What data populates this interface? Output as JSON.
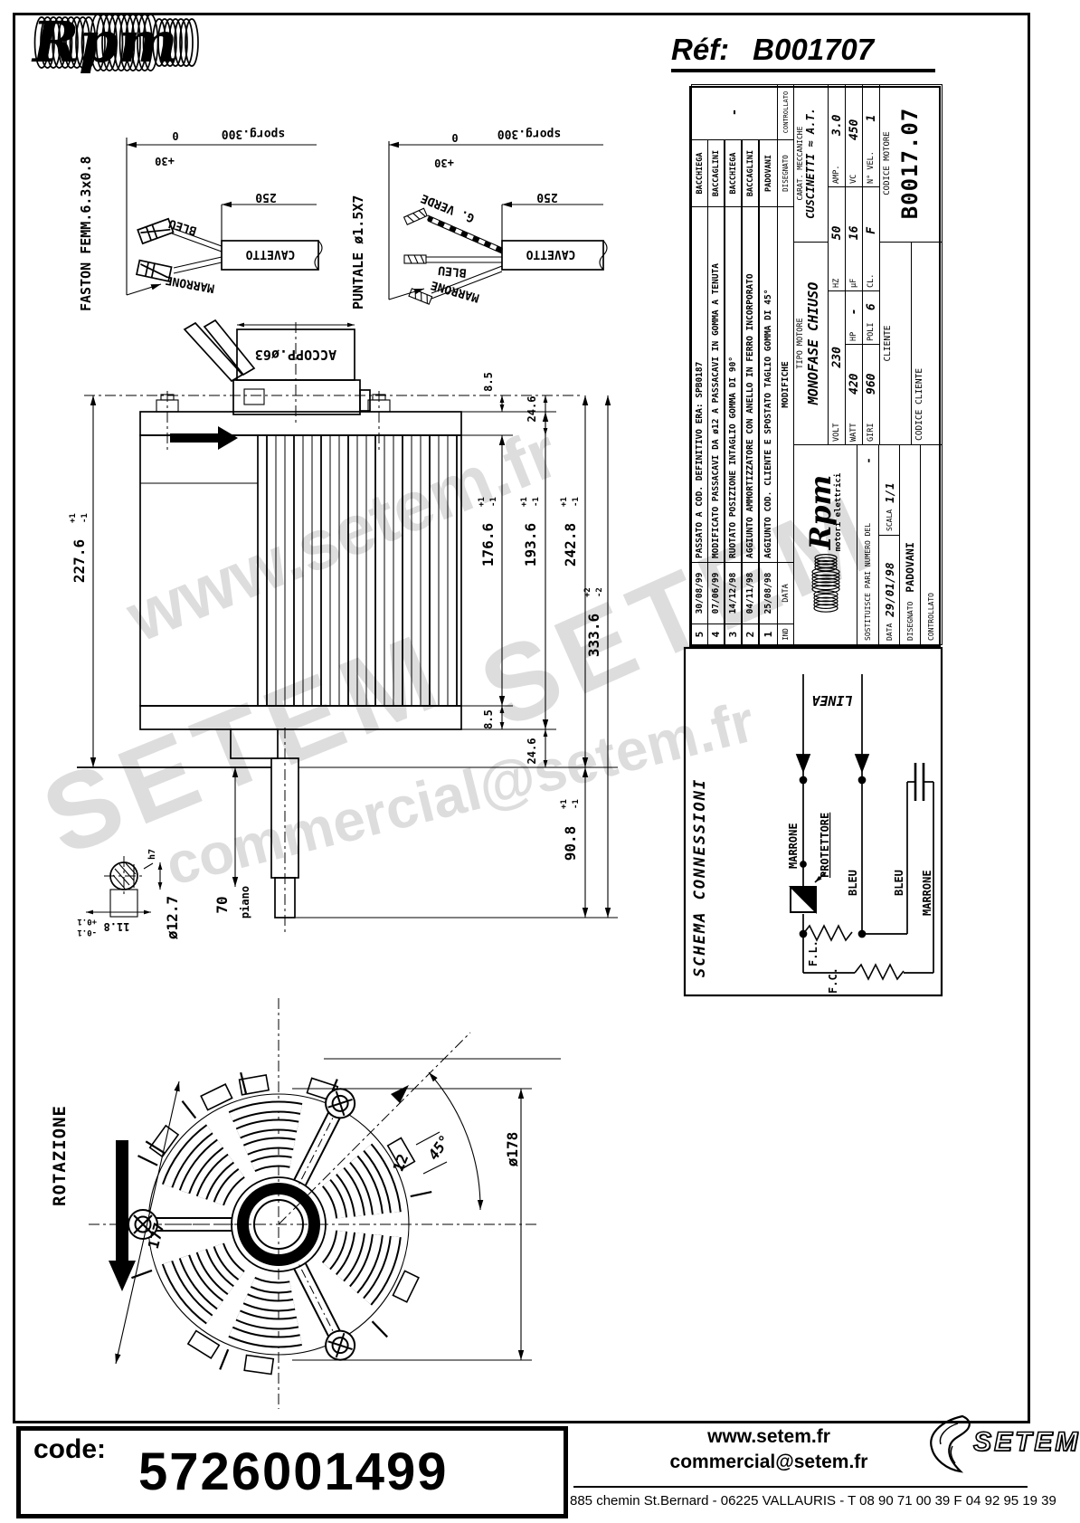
{
  "header": {
    "brand": "Rpm",
    "ref_label": "Réf:",
    "ref_value": "B001707"
  },
  "watermarks": {
    "site": "www.setem.fr",
    "brand": "SETEM",
    "email": "commercial@setem.fr"
  },
  "cable1": {
    "title": "FASTON FEMM.6.3x0.8",
    "sporg": "sporg.300",
    "tol_plus": "+30",
    "tol_zero": "0",
    "len": "250",
    "cable": "CAVETTO",
    "wire1": "BLEU",
    "wire2": "MARRONE"
  },
  "cable2": {
    "title": "PUNTALE ø1.5X7",
    "sporg": "sporg.300",
    "tol_plus": "+30",
    "tol_zero": "0",
    "len": "250",
    "cable": "CAVETTO",
    "wire1": "G. VERDE",
    "wire2": "BLEU",
    "wire3": "MARRONE"
  },
  "side_view": {
    "accopp": "ACCOPP.ø63",
    "d227": "227.6",
    "d176": "176.6",
    "d193": "193.6",
    "d242": "242.8",
    "d333": "333.6",
    "d90": "90.8",
    "d85": "8.5",
    "d24": "24.6",
    "d70": "70",
    "piano": "piano",
    "shaft_d": "ø12.7",
    "fit": "h7",
    "d118": "11.8",
    "tp1": "+1",
    "tm1": "-1",
    "tp2": "+2",
    "tm2": "-2",
    "tp01": "+0.1",
    "tm01": "-0.1"
  },
  "fan_view": {
    "rotazione": "ROTAZIONE",
    "d177": "177",
    "d178": "ø178",
    "d12": "12",
    "a45": "45°"
  },
  "title_block": {
    "modifications": [
      {
        "ind": "5",
        "date": "30/08/99",
        "desc": "PASSATO A COD. DEFINITIVO ERA: SPB0187",
        "by": "BACCHIEGA"
      },
      {
        "ind": "4",
        "date": "07/06/99",
        "desc": "MODIFICATO PASSACAVI DA ø12 A PASSACAVI IN GOMMA A TENUTA",
        "by": "BACCAGLINI"
      },
      {
        "ind": "3",
        "date": "14/12/98",
        "desc": "RUOTATO POSIZIONE INTAGLIO GOMMA DI 90°",
        "by": "BACCHIEGA"
      },
      {
        "ind": "2",
        "date": "04/11/98",
        "desc": "AGGIUNTO AMMORTIZZATORE CON ANELLO IN FERRO INCORPORATO",
        "by": "BACCAGLINI"
      },
      {
        "ind": "1",
        "date": "25/08/98",
        "desc": "AGGIUNTO COD. CLIENTE E SPOSTATO TAGLIO GOMMA DI 45°",
        "by": "PADOVANI"
      }
    ],
    "controllato_dash": "-",
    "h_ind": "IND",
    "h_data": "DATA",
    "h_mod": "MODIFICHE",
    "h_dis": "DISEGNATO",
    "h_con": "CONTROLLATO",
    "tipo_label": "TIPO MOTORE",
    "tipo_value": "MONOFASE CHIUSO",
    "carat_label": "CARAT. MECCANICHE",
    "carat_value": "CUSCINETTI ≈ A.T.",
    "volt_l": "VOLT",
    "volt": "230",
    "hz_l": "HZ",
    "hz": "50",
    "amp_l": "AMP.",
    "amp": "3.0",
    "watt_l": "WATT",
    "watt": "420",
    "hp_l": "HP",
    "hp": "-",
    "uf_l": "µF",
    "uf": "16",
    "vc_l": "VC",
    "vc": "450",
    "giri_l": "GIRI",
    "giri": "960",
    "poli_l": "POLI",
    "poli": "6",
    "cl_l": "CL.",
    "cl": "F",
    "nvel_l": "N° VEL.",
    "nvel": "1",
    "cliente_l": "CLIENTE",
    "cod_mot_l": "CODICE MOTORE",
    "cod_mot": "B0017.07",
    "cod_cli_l": "CODICE CLIENTE",
    "logo": "Rpm",
    "logo_sub": "motori elettrici",
    "sost_l": "SOSTITUISCE PARI NUMERO DEL",
    "sost_v": "-",
    "data_l": "DATA",
    "data_v": "29/01/98",
    "scala_l": "SCALA",
    "scala_v": "1/1",
    "dis_l": "DISEGNATO",
    "dis_v": "PADOVANI",
    "con_l": "CONTROLLATO"
  },
  "schema": {
    "title": "SCHEMA CONNESSIONI",
    "linea": "LINEA",
    "marrone": "MARRONE",
    "protettore": "PROTETTORE",
    "bleu": "BLEU",
    "fl": "F.L.",
    "fc": "F.C."
  },
  "footer": {
    "code_label": "code:",
    "code_value": "5726001499",
    "website": "www.setem.fr",
    "email": "commercial@setem.fr",
    "address": "885 chemin St.Bernard  -  06225 VALLAURIS  -  T 08 90 71 00 39   F 04 92 95 19 39",
    "brand": "SETEM"
  }
}
